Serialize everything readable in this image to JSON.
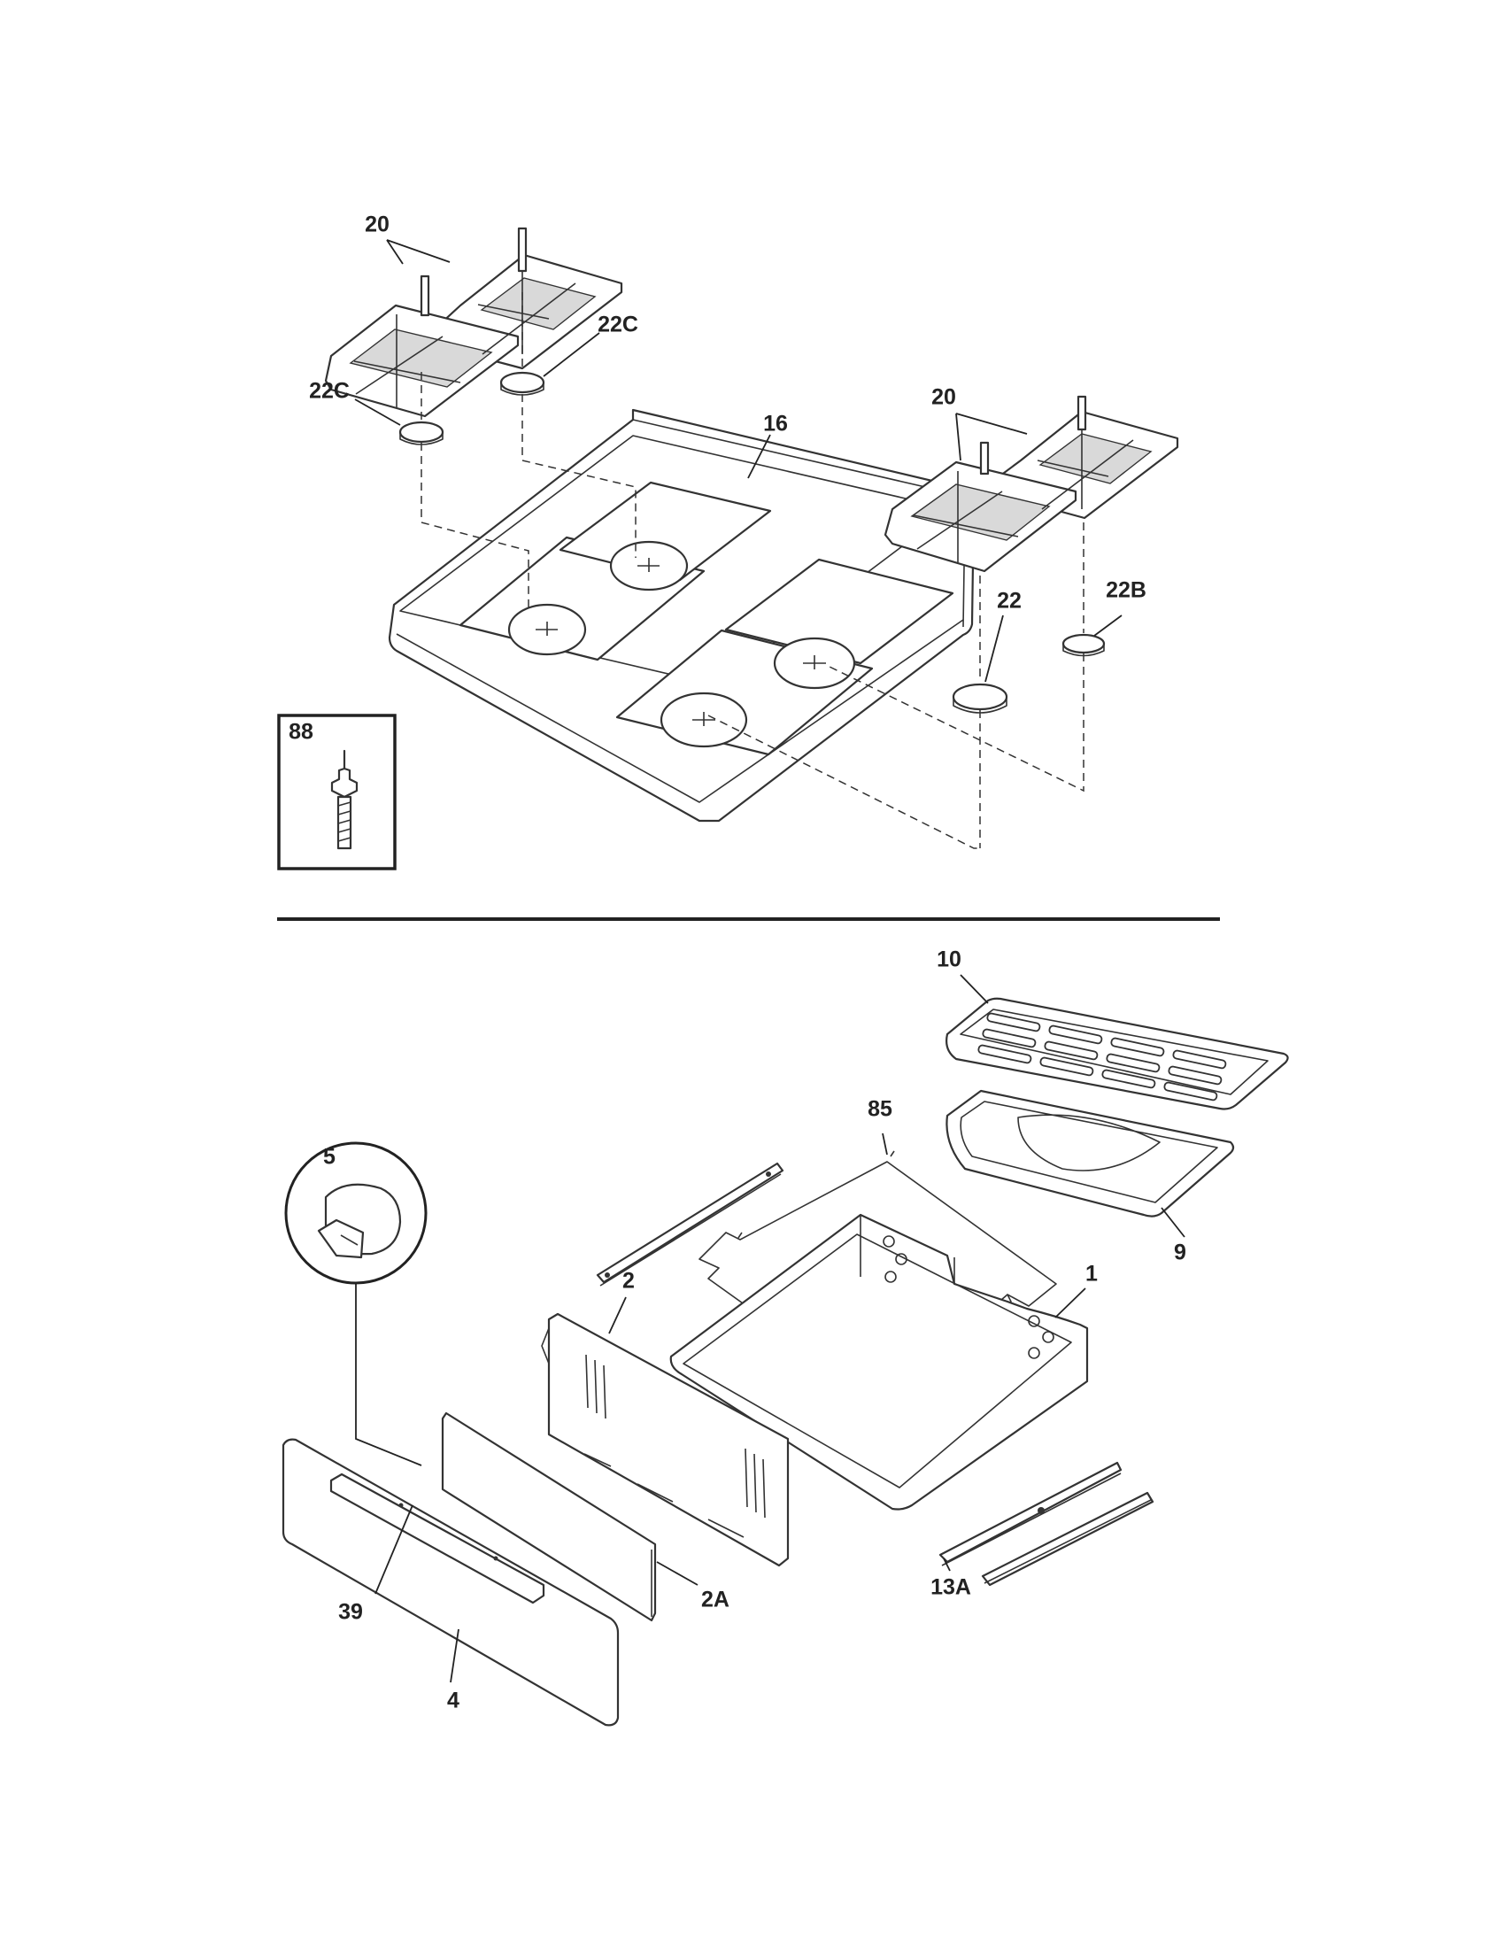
{
  "callouts": {
    "grates_left": "20",
    "cap_left_c2": "22C",
    "cap_left_c1": "22C",
    "cooktop": "16",
    "grates_right": "20",
    "cap_22": "22",
    "cap_22b": "22B",
    "inset": "88",
    "broiler_grid": "10",
    "broiler_pan": "9",
    "rack": "85",
    "knob": "5",
    "drawer_body": "1",
    "drawer_back": "2",
    "drawer_panel": "2A",
    "handle": "39",
    "drawer_front": "4",
    "slides": "13A"
  },
  "colors": {
    "line": "#333333",
    "background": "#ffffff"
  }
}
